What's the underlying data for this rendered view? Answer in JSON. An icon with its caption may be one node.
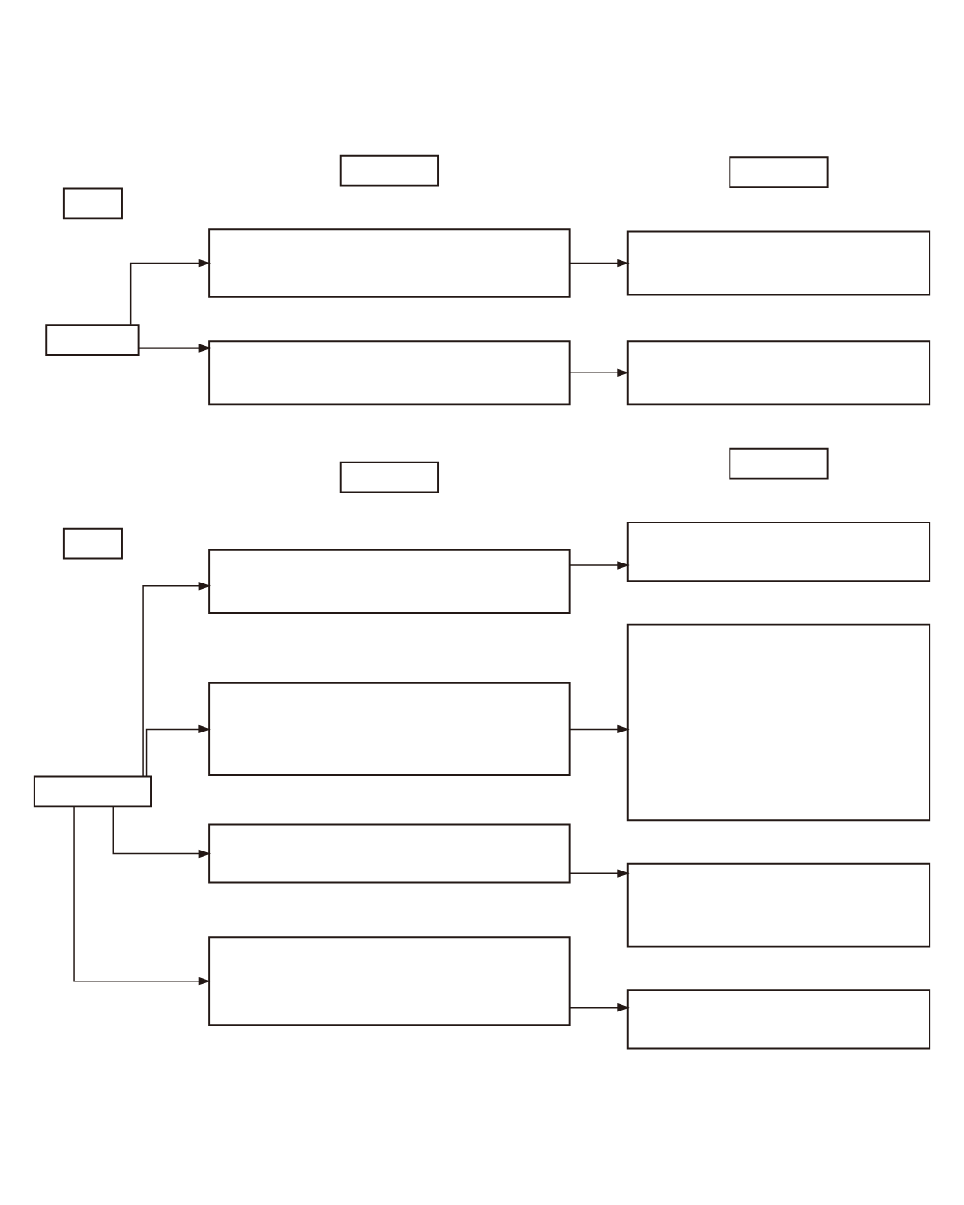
{
  "diagram": {
    "nodes": [
      {
        "text": [],
        "shape": "box"
      },
      {
        "text": [],
        "shape": "box"
      },
      {
        "text": [],
        "shape": "box"
      },
      {
        "text": [],
        "shape": "box"
      },
      {
        "text": [],
        "shape": "box"
      },
      {
        "text": [],
        "shape": "box"
      },
      {
        "text": [],
        "shape": "box"
      },
      {
        "text": [],
        "shape": "box"
      },
      {
        "text": [],
        "shape": "box"
      },
      {
        "text": [],
        "shape": "box"
      },
      {
        "text": [],
        "shape": "box"
      },
      {
        "text": [],
        "shape": "box"
      },
      {
        "text": [],
        "shape": "box"
      },
      {
        "text": [],
        "shape": "box"
      },
      {
        "text": [],
        "shape": "box"
      },
      {
        "text": [],
        "shape": "box"
      },
      {
        "text": [],
        "shape": "box"
      },
      {
        "text": [],
        "shape": "box"
      },
      {
        "text": [],
        "shape": "box"
      },
      {
        "text": [],
        "shape": "box"
      }
    ],
    "edges": [
      {
        "from": 3,
        "to": 4,
        "arrow": "to"
      },
      {
        "from": 3,
        "to": 6,
        "arrow": "to"
      },
      {
        "from": 3,
        "to": 8,
        "arrow": "to"
      },
      {
        "from": 3,
        "to": 10,
        "arrow": "to"
      },
      {
        "from": 4,
        "to": 5,
        "arrow": "to"
      },
      {
        "from": 6,
        "to": 7,
        "arrow": "to"
      },
      {
        "from": 8,
        "to": 9,
        "arrow": "to"
      },
      {
        "from": 10,
        "to": 11,
        "arrow": "to"
      },
      {
        "from": 15,
        "to": 16,
        "arrow": "to"
      },
      {
        "from": 15,
        "to": 18,
        "arrow": "to"
      },
      {
        "from": 16,
        "to": 17,
        "arrow": "to"
      },
      {
        "from": 18,
        "to": 19,
        "arrow": "to"
      }
    ]
  }
}
